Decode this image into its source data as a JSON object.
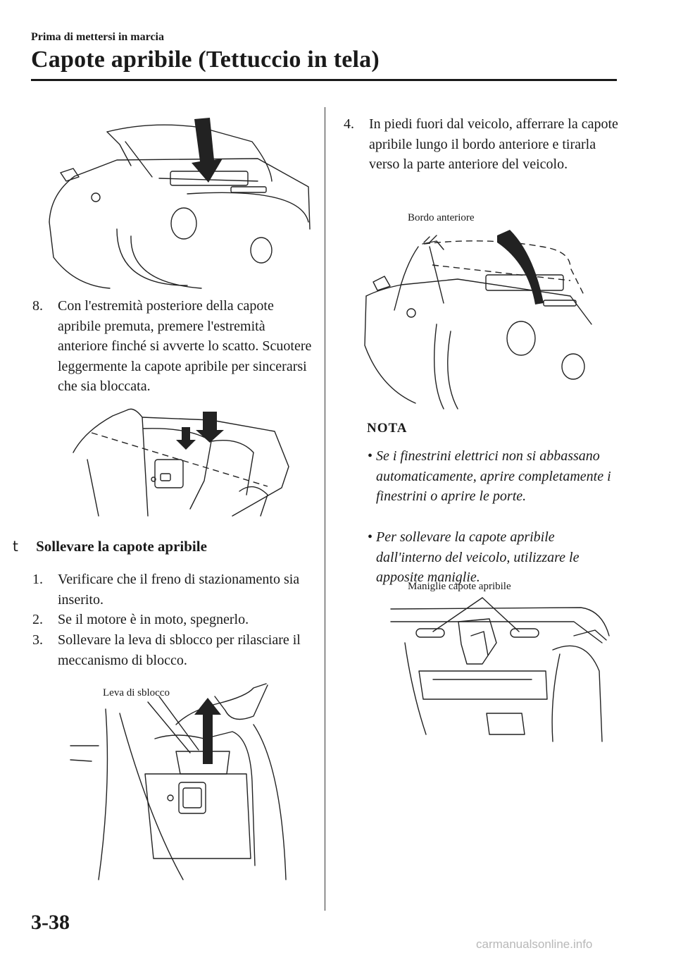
{
  "header": {
    "section": "Prima di mettersi in marcia",
    "title": "Capote apribile (Tettuccio in tela)"
  },
  "left": {
    "step8": {
      "num": "8.",
      "text": "Con l'estremità posteriore della capote apribile premuta, premere l'estremità anteriore finché si avverte lo scatto. Scuotere leggermente la capote apribile per sincerarsi che sia bloccata."
    },
    "subheading": {
      "glyph": "t",
      "text": "Sollevare la capote apribile"
    },
    "steps": [
      {
        "num": "1.",
        "text": "Verificare che il freno di stazionamento sia inserito."
      },
      {
        "num": "2.",
        "text": "Se il motore è in moto, spegnerlo."
      },
      {
        "num": "3.",
        "text": "Sollevare la leva di sblocco per rilasciare il meccanismo di blocco."
      }
    ],
    "label_release": "Leva di sblocco"
  },
  "right": {
    "step4": {
      "num": "4.",
      "text": "In piedi fuori dal veicolo, afferrare la capote apribile lungo il bordo anteriore e tirarla verso la parte anteriore del veicolo."
    },
    "label_front_edge": "Bordo anteriore",
    "note_heading": "NOTA",
    "notes": [
      "Se i finestrini elettrici non si abbassano automaticamente, aprire completamente i finestrini o aprire le porte.",
      "Per sollevare la capote apribile dall'interno del veicolo, utilizzare le apposite maniglie."
    ],
    "bullet": "•",
    "label_handles": "Maniglie capote apribile"
  },
  "footer": {
    "page": "3-38",
    "watermark": "carmanualsonline.info"
  }
}
